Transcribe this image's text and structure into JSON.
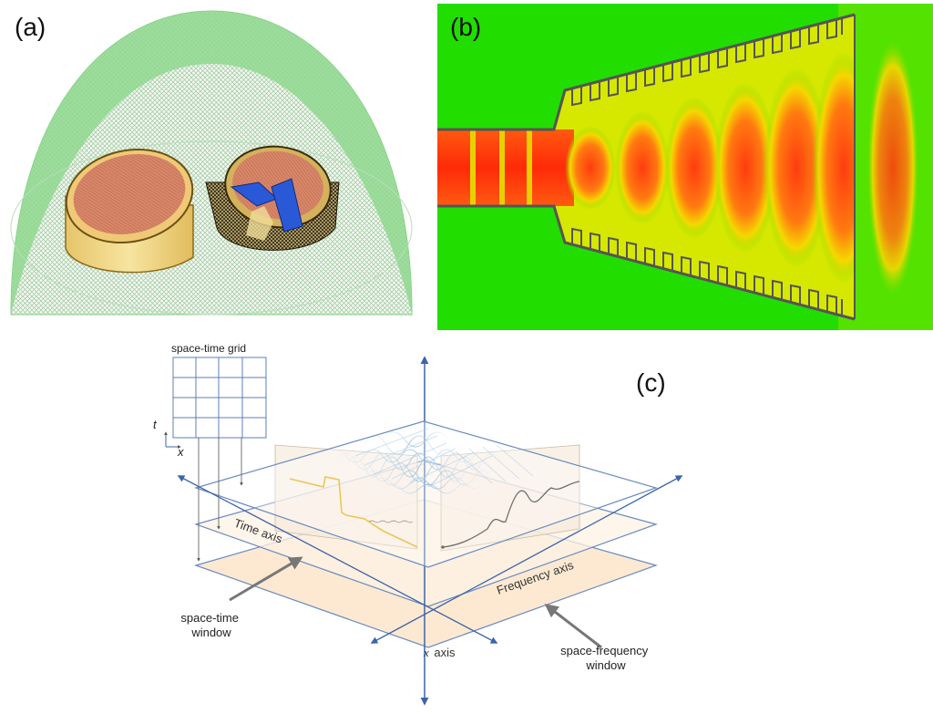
{
  "panels": {
    "a": {
      "label": "(a)"
    },
    "b": {
      "label": "(b)"
    },
    "c": {
      "label": "(c)",
      "grid_title": "space-time grid",
      "grid_t": "t",
      "grid_x": "x",
      "time_axis": "Time axis",
      "frequency_axis": "Frequency axis",
      "x_axis_var": "x",
      "x_axis_word": "axis",
      "space_time_window": [
        "space-time",
        "window"
      ],
      "space_frequency_window": [
        "space-frequency",
        "window"
      ]
    }
  },
  "colors": {
    "dome_green": "#8fd88f",
    "field_green": "#22dd00",
    "field_red": "#ff3b10",
    "field_yellow": "#f5d800",
    "cylinder_yellow": "#f2d98a",
    "copper": "#d98a66",
    "axis_blue": "#3d64a8",
    "plane_peach": "#fde9d2",
    "signal_orange": "#e0a800",
    "wave_blue": "#6aa6d6"
  }
}
